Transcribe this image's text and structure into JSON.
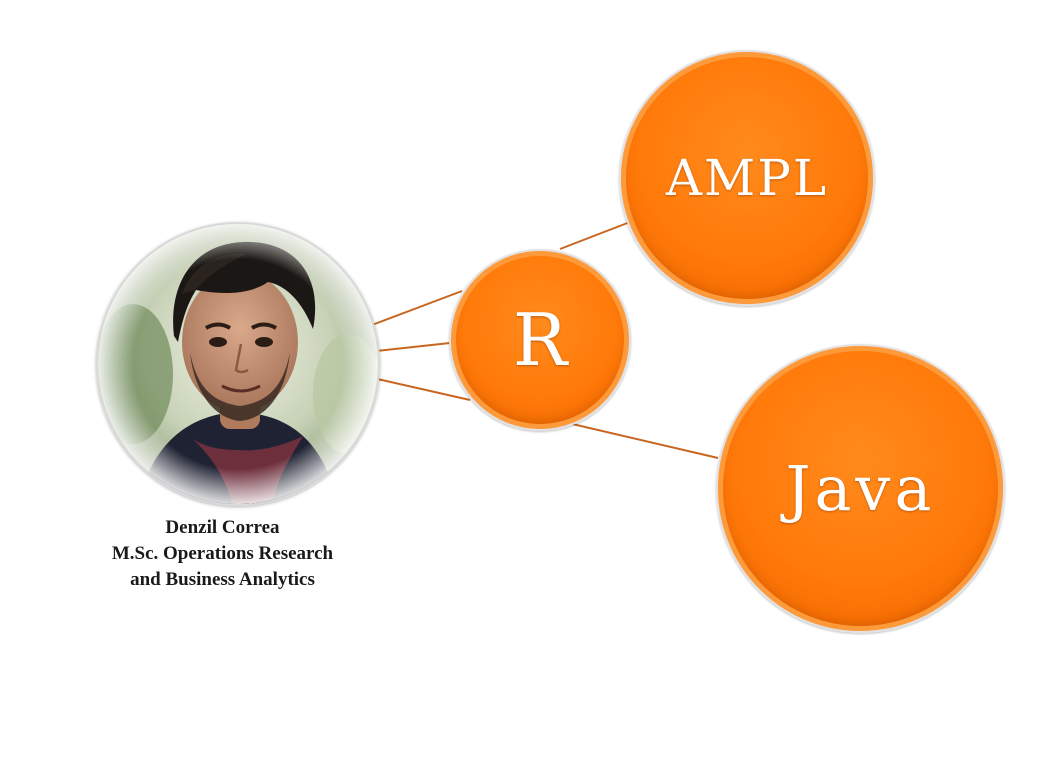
{
  "profile": {
    "name": "Denzil Correa",
    "degree_line1": "M.Sc. Operations Research",
    "degree_line2": "and Business Analytics",
    "photo_icon": "person-photo"
  },
  "nodes": {
    "r": "R",
    "ampl": "AMPL",
    "java": "Java"
  },
  "colors": {
    "bubble": "#ff7a0a",
    "connector": "#c8651f"
  }
}
